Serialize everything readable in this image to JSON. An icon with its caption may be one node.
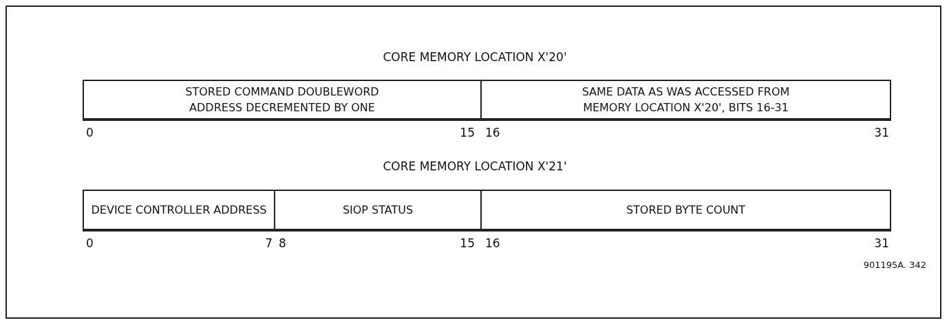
{
  "diagram": {
    "nodes": [
      {
        "text": [
          "STORED COMMAND DOUBLEWORD ADDRESS DECREMENTED BY ONE"
        ]
      },
      {
        "text": [
          "SAME DATA AS WAS ACCESSED FROM MEMORY LOCATION X'20',  BITS 16-31"
        ]
      },
      {
        "text": [
          "DEVICE CONTROLLER ADDRESS"
        ]
      },
      {
        "text": [
          "SIOP STATUS"
        ]
      },
      {
        "text": [
          "STORED BYTE COUNT"
        ]
      }
    ],
    "labels": [
      "CORE MEMORY LOCATION X'20'",
      "0",
      "15",
      "16",
      "31",
      "CORE MEMORY LOCATION X'21'",
      "0",
      "7",
      "8",
      "15",
      "16",
      "31",
      "901195A. 342"
    ]
  }
}
